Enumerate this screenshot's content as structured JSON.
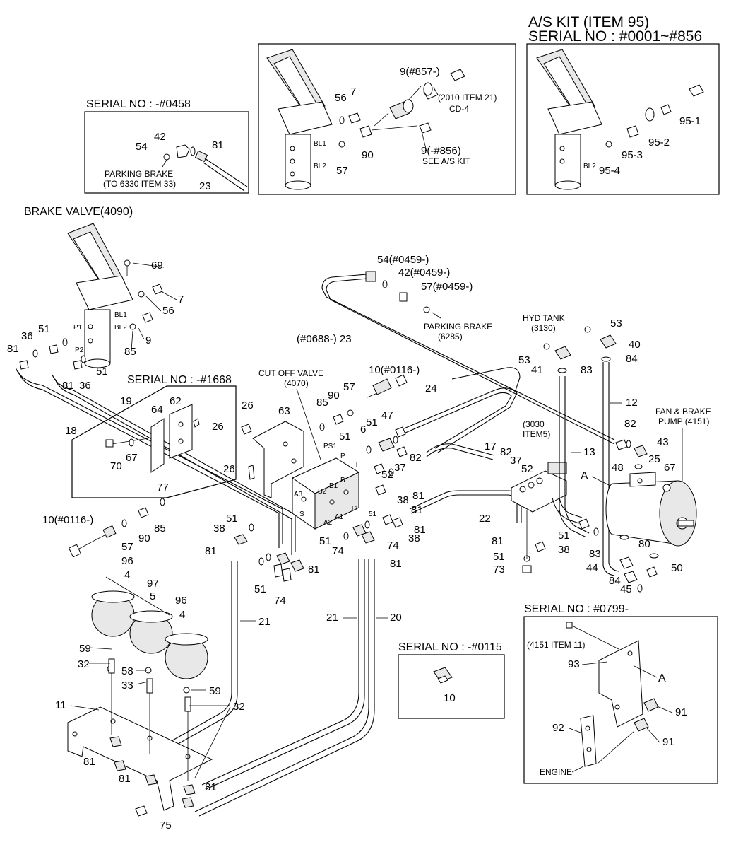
{
  "header": {
    "as_kit_title": "A/S KIT (ITEM 95)",
    "as_kit_serial": "SERIAL NO : #0001~#856"
  },
  "insets": {
    "serial_0458": {
      "title": "SERIAL NO : -#0458",
      "parking_note_1": "PARKING BRAKE",
      "parking_note_2": "(TO 6330 ITEM 33)"
    },
    "main_top": {
      "bl1": "BL1",
      "bl2": "BL2",
      "note_2010_1": "(2010 ITEM 21)",
      "note_2010_2": "CD-4",
      "ref_9_856": "9(-#856)",
      "see_as_kit": "SEE A/S KIT",
      "ref_9_857": "9(#857-)"
    },
    "as_kit": {
      "bl2": "BL2"
    },
    "serial_1668": {
      "title": "SERIAL NO : -#1668"
    },
    "serial_0115": {
      "title": "SERIAL NO : -#0115"
    },
    "serial_0799": {
      "title": "SERIAL NO : #0799-",
      "note": "(4151 ITEM 11)",
      "engine": "ENGINE",
      "a": "A"
    }
  },
  "captions": {
    "brake_valve": "BRAKE VALVE(4090)",
    "cut_off_valve_1": "CUT OFF VALVE",
    "cut_off_valve_2": "(4070)",
    "hyd_tank_1": "HYD TANK",
    "hyd_tank_2": "(3130)",
    "fan_pump_1": "FAN & BRAKE",
    "fan_pump_2": "PUMP (4151)",
    "parking_brake_1": "PARKING BRAKE",
    "parking_brake_2": "(6285)",
    "item3030_1": "(3030",
    "item3030_2": "ITEM5)",
    "a_label": "A"
  },
  "valve_ports": {
    "p1": "P1",
    "p2": "P2",
    "bl1": "BL1",
    "bl2": "BL2",
    "ps1": "PS1",
    "p": "P",
    "t": "T",
    "b": "B",
    "b1": "B1",
    "b2": "B2",
    "a3": "A3",
    "a1": "A1",
    "a2": "A2",
    "t1": "T1",
    "s": "S"
  },
  "parts": {
    "p9_857": "9(#857-)",
    "p56a": "56",
    "p7a": "7",
    "p90a": "90",
    "p57a": "57",
    "p54a": "54",
    "p42a": "42",
    "p81a": "81",
    "p23a": "23",
    "p95_1": "95-1",
    "p95_2": "95-2",
    "p95_3": "95-3",
    "p95_4": "95-4",
    "p69": "69",
    "p7b": "7",
    "p56b": "56",
    "p9b": "9",
    "p85a": "85",
    "p36a": "36",
    "p51a": "51",
    "p81b": "81",
    "p51b": "51",
    "p81c": "81",
    "p36b": "36",
    "p19": "19",
    "p18": "18",
    "p64": "64",
    "p62": "62",
    "p26a": "26",
    "p70": "70",
    "p67a": "67",
    "p77": "77",
    "p10_0116a": "10(#0116-)",
    "p57b": "57",
    "p90b": "90",
    "p85b": "85",
    "p54_0459": "54(#0459-)",
    "p42_0459": "42(#0459-)",
    "p57_0459": "57(#0459-)",
    "p23_0688": "(#0688-) 23",
    "p10_0116b": "10(#0116-)",
    "p85c": "85",
    "p90c": "90",
    "p57c": "57",
    "p24": "24",
    "p26b": "26",
    "p63": "63",
    "p26c": "26",
    "p51c": "51",
    "p47": "47",
    "p6": "6",
    "p51d": "51",
    "p82a": "82",
    "p17": "17",
    "p82b": "82",
    "p37a": "37",
    "p52a": "52",
    "p37b": "37",
    "p52b": "52",
    "p81d": "81",
    "p53a": "53",
    "p53b": "53",
    "p40": "40",
    "p41": "41",
    "p83a": "83",
    "p84a": "84",
    "p12": "12",
    "p13": "13",
    "p82c": "82",
    "p43": "43",
    "p48": "48",
    "p25": "25",
    "p67b": "67",
    "p51e": "51",
    "p38a": "38",
    "p81e": "81",
    "p38b": "38",
    "p81f": "81",
    "p22": "22",
    "p81g": "81",
    "p51f": "51",
    "p38c": "38",
    "p51g": "51",
    "p73": "73",
    "p83b": "83",
    "p80": "80",
    "p44": "44",
    "p50": "50",
    "p84b": "84",
    "p45": "45",
    "p51h": "51",
    "p38d": "38",
    "p81h": "81",
    "p51i": "51",
    "p74a": "74",
    "p74b": "74",
    "p51j": "51",
    "p74c": "74",
    "p81i": "81",
    "p81j": "81",
    "p96a": "96",
    "p4a": "4",
    "p97": "97",
    "p5": "5",
    "p96b": "96",
    "p4b": "4",
    "p21a": "21",
    "p21b": "21",
    "p20": "20",
    "p59a": "59",
    "p32a": "32",
    "p58": "58",
    "p33": "33",
    "p59b": "59",
    "p32b": "32",
    "p11": "11",
    "p81k": "81",
    "p81l": "81",
    "p81m": "81",
    "p75": "75",
    "p10c": "10",
    "p93": "93",
    "p91a": "91",
    "p92": "92",
    "p91b": "91"
  }
}
